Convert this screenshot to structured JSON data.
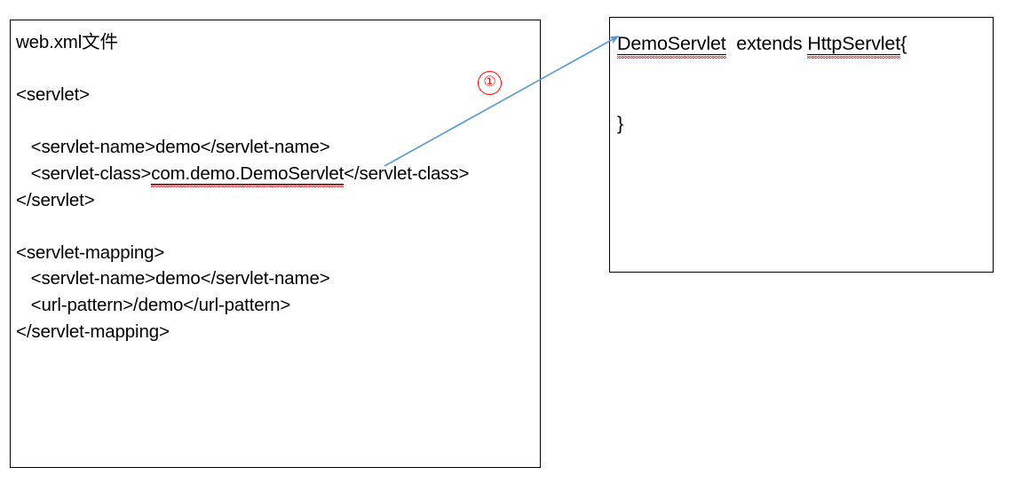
{
  "diagram": {
    "title_note": "web.xml to Servlet class mapping diagram",
    "accent_arrow_color": "#5B9BD5",
    "callout_color": "#FF0000",
    "box_border_color": "#000000",
    "spellcheck_underline_color": "#E03030"
  },
  "left_box": {
    "name": "web.xml configuration box",
    "lines": [
      {
        "id": "l0",
        "text": "web.xml文件"
      },
      {
        "id": "l1",
        "text": ""
      },
      {
        "id": "l2",
        "text": "<servlet>"
      },
      {
        "id": "l3",
        "text": ""
      },
      {
        "id": "l4",
        "pre": "   <servlet-name>demo</servlet-name>"
      },
      {
        "id": "l5",
        "pre": "   <servlet-class>",
        "flagged": "com.demo.DemoServlet",
        "post": "</servlet-class>"
      },
      {
        "id": "l6",
        "text": "</servlet>"
      },
      {
        "id": "l7",
        "text": ""
      },
      {
        "id": "l8",
        "text": "<servlet-mapping>"
      },
      {
        "id": "l9",
        "pre": "   <servlet-name>demo</servlet-name>"
      },
      {
        "id": "l10",
        "pre": "   <url-pattern>/demo</url-pattern>"
      },
      {
        "id": "l11",
        "text": "</servlet-mapping>"
      }
    ]
  },
  "right_box": {
    "name": "Java servlet class box",
    "lines": [
      {
        "id": "r0",
        "flagged_a": "DemoServlet",
        "middle": "  extends ",
        "flagged_b": "HttpServlet",
        "post": "{"
      },
      {
        "id": "r1",
        "text": ""
      },
      {
        "id": "r2",
        "text": ""
      },
      {
        "id": "r3",
        "text": "}"
      }
    ]
  },
  "callout": {
    "label": "①"
  }
}
